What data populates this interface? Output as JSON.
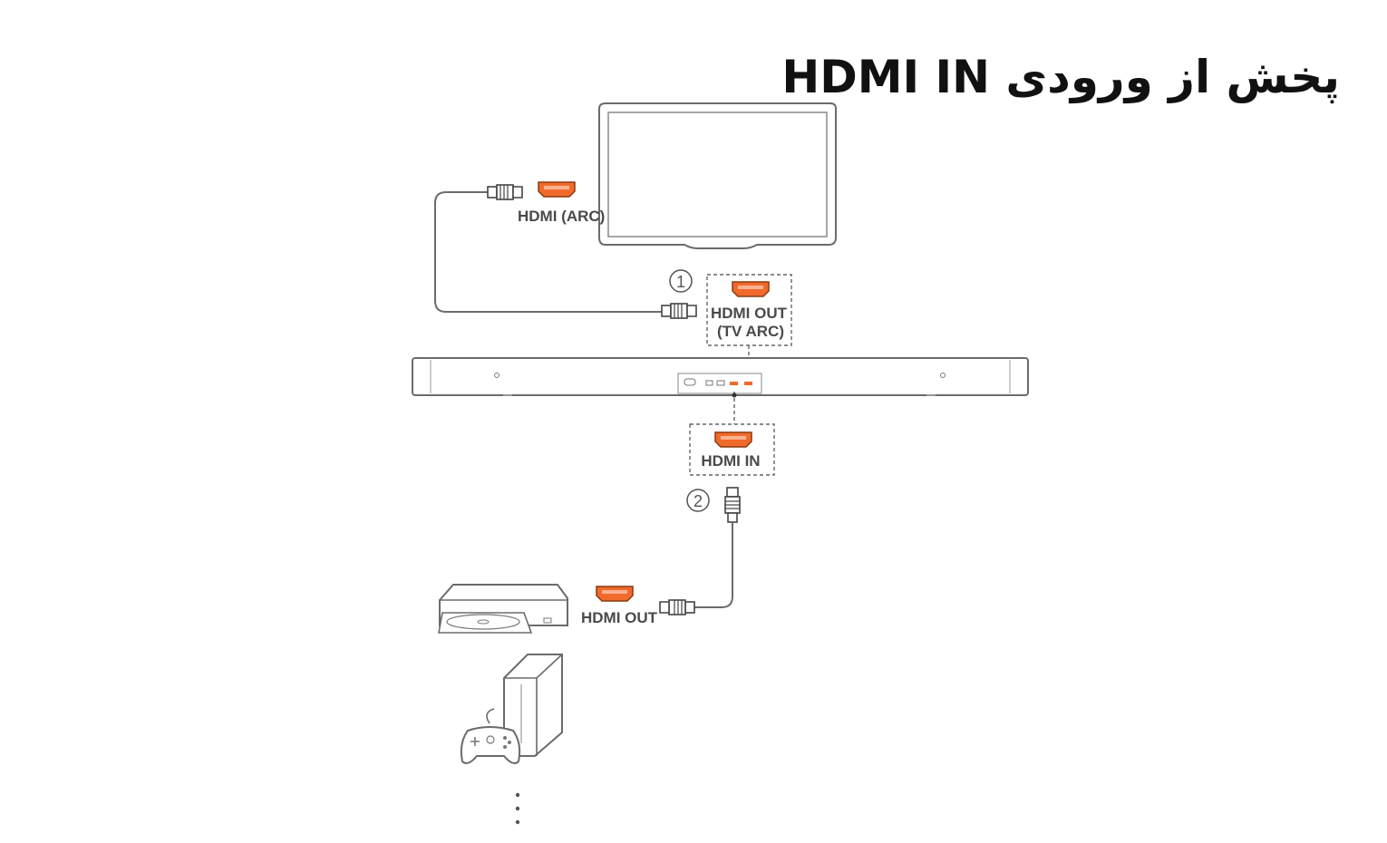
{
  "title": "پخش از ورودی HDMI IN",
  "labels": {
    "tv_port": "HDMI (ARC)",
    "soundbar_out_line1": "HDMI OUT",
    "soundbar_out_line2": "(TV ARC)",
    "soundbar_in": "HDMI IN",
    "player_out": "HDMI OUT",
    "step1": "1",
    "step2": "2"
  },
  "colors": {
    "hdmi_port_fill": "#f06a2c",
    "hdmi_port_outline": "#8a3a10",
    "line_gray": "#6b6b6b"
  },
  "icons": [
    "tv-icon",
    "soundbar-icon",
    "bluray-player-icon",
    "game-console-icon",
    "gamepad-icon",
    "hdmi-port-icon",
    "hdmi-plug-icon",
    "ellipsis-icon"
  ]
}
